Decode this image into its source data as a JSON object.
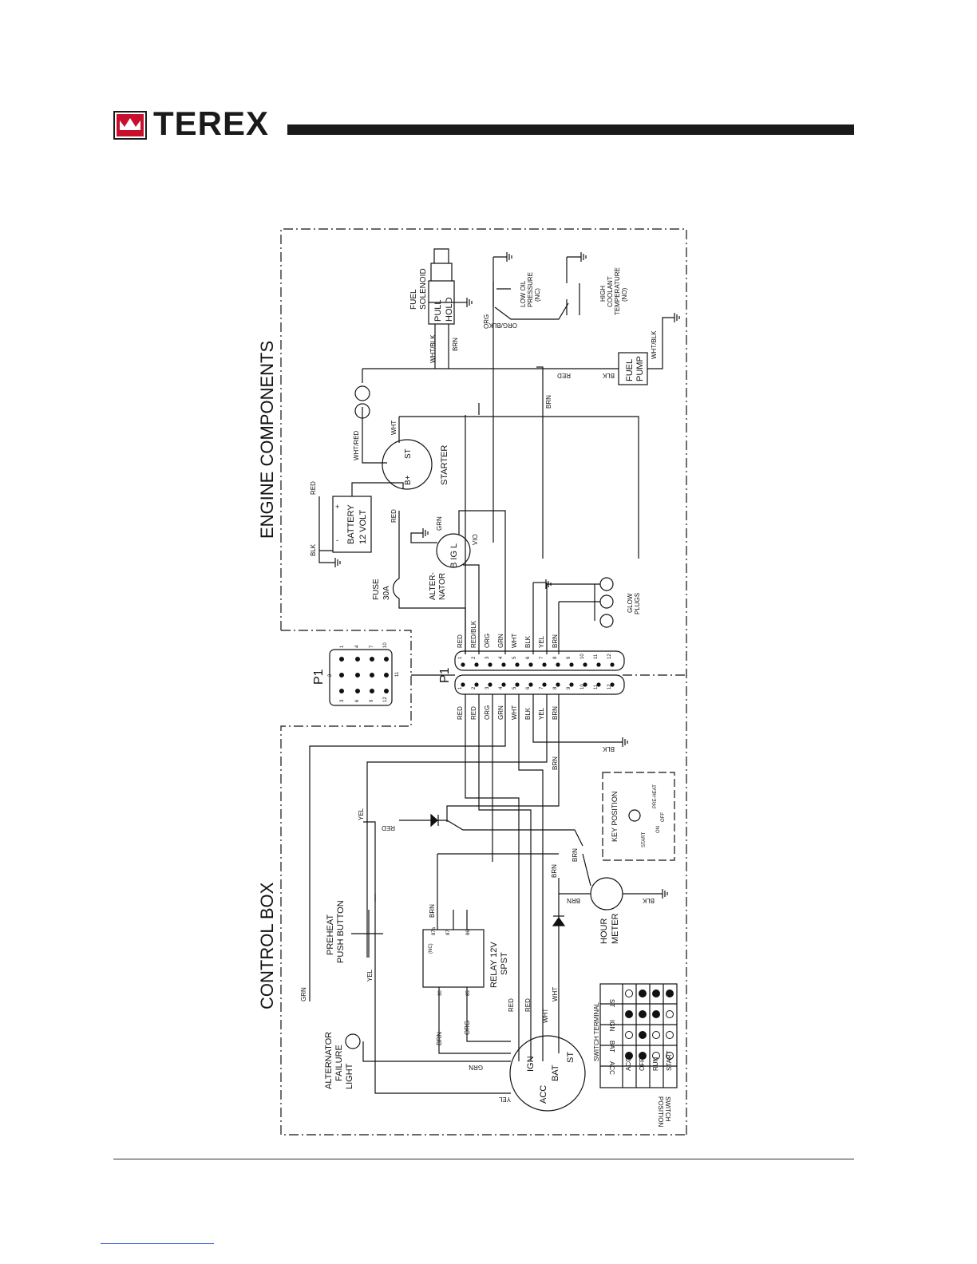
{
  "header": {
    "brand": "TEREX"
  },
  "sections": {
    "engine": "ENGINE COMPONENTS",
    "control": "CONTROL BOX"
  },
  "components": {
    "fuel_solenoid": [
      "FUEL",
      "SOLENOID"
    ],
    "pull": "PULL",
    "hold": "HOLD",
    "low_oil": [
      "LOW OIL",
      "PRESSURE",
      "(NC)"
    ],
    "high_coolant": [
      "HIGH",
      "COOLANT",
      "TEMPERATURE",
      "(NO)"
    ],
    "fuel_pump": [
      "FUEL",
      "PUMP"
    ],
    "starter": "STARTER",
    "st": "ST",
    "bplus": "B+",
    "battery": [
      "BATTERY",
      "12 VOLT"
    ],
    "plus": "+",
    "minus": "-",
    "alternator": [
      "ALTER-",
      "NATOR"
    ],
    "alt_terms": "B IG L",
    "vio": "VIO",
    "fuse": [
      "FUSE",
      "30A"
    ],
    "glow_plugs": [
      "GLOW",
      "PLUGS"
    ],
    "p1": "P1",
    "preheat": [
      "PREHEAT",
      "PUSH BUTTON"
    ],
    "relay": [
      "RELAY 12V",
      "SPST"
    ],
    "nc": "(NC)",
    "hour_meter": [
      "HOUR",
      "METER"
    ],
    "key_position": "KEY POSITION",
    "key_labels": {
      "start": "START",
      "on": "ON",
      "preheat": "PRE-HEAT",
      "off": "OFF"
    },
    "alt_fail_light": [
      "ALTERNATOR",
      "FAILURE",
      "LIGHT"
    ],
    "ign_switch": {
      "ign": "IGN",
      "bat": "BAT",
      "acc": "ACC",
      "st": "ST"
    },
    "switch_terminal": "SWITCH TERMINAL",
    "switch_position": [
      "SWITCH",
      "POSITION"
    ]
  },
  "wires": {
    "WHT_BLK": "WHT/BLK",
    "BRN": "BRN",
    "ORG": "ORG",
    "ORG_BLK": "ORG/BLK",
    "RED": "RED",
    "BLK": "BLK",
    "WHT": "WHT",
    "WHT_RED": "WHT/RED",
    "GRN": "GRN",
    "YEL": "YEL",
    "RED_BLK": "RED/BLK"
  },
  "p1_upper": [
    "RED",
    "RED/BLK",
    "ORG",
    "GRN",
    "WHT",
    "BLK",
    "YEL",
    "BRN"
  ],
  "p1_lower": [
    "RED",
    "RED",
    "ORG",
    "GRN",
    "WHT",
    "BLK",
    "YEL",
    "BRN"
  ],
  "pin_numbers": [
    "1",
    "2",
    "3",
    "4",
    "5",
    "6",
    "7",
    "8",
    "9",
    "10",
    "11",
    "12"
  ],
  "p1_small_pins": [
    "1",
    "4",
    "7",
    "10",
    "2",
    "11",
    "3",
    "6",
    "9",
    "12"
  ],
  "relay_pins": [
    "87a",
    "87",
    "86",
    "30",
    "85"
  ],
  "switch_table": {
    "terminals": [
      "ACC",
      "BAT",
      "IGN",
      "ST"
    ],
    "positions": [
      "ACC",
      "OFF",
      "RUN",
      "START"
    ],
    "cells": [
      [
        1,
        1,
        0,
        0
      ],
      [
        0,
        1,
        0,
        0
      ],
      [
        1,
        1,
        1,
        0
      ],
      [
        0,
        1,
        1,
        1
      ]
    ]
  }
}
